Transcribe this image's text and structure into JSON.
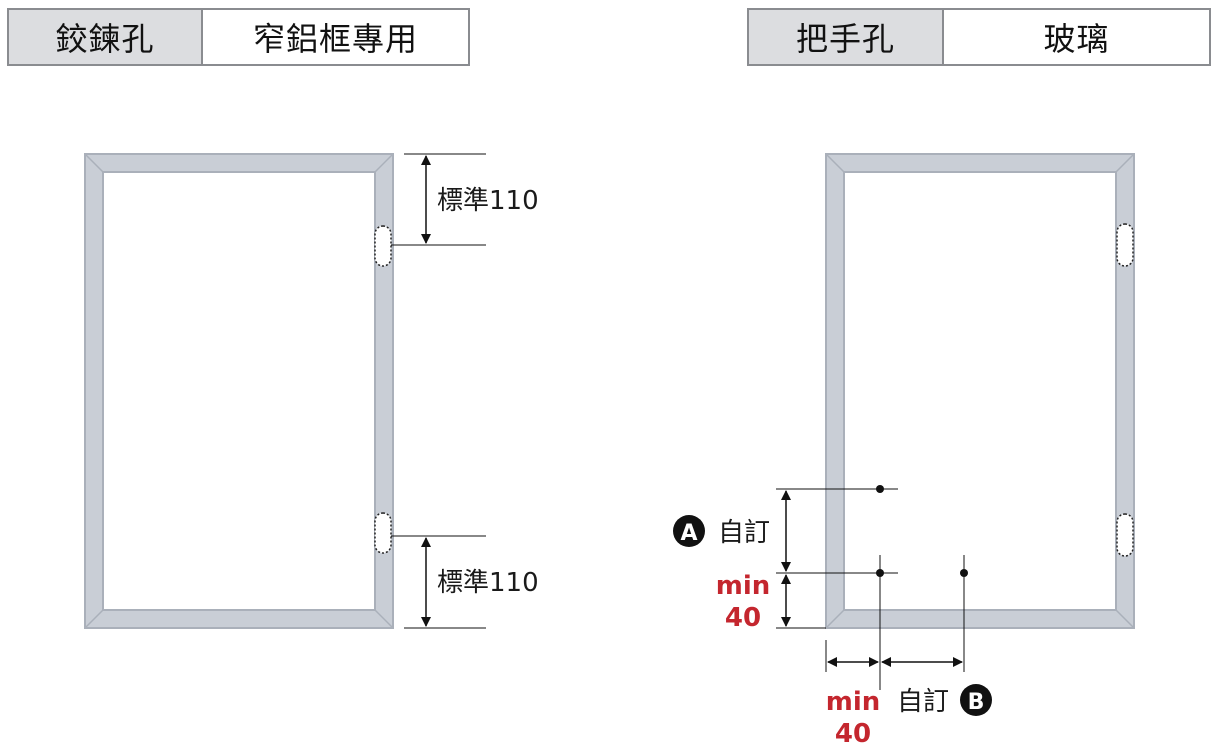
{
  "headers": {
    "left": {
      "label": "鉸鍊孔",
      "value": "窄鋁框專用"
    },
    "right": {
      "label": "把手孔",
      "value": "玻璃"
    }
  },
  "left_figure": {
    "top_dimension": "標準110",
    "bottom_dimension": "標準110"
  },
  "right_figure": {
    "vertical_custom": {
      "marker": "A",
      "text": "自訂"
    },
    "vertical_min": {
      "line1": "min",
      "line2": "40"
    },
    "horizontal_min": {
      "line1": "min",
      "line2": "40"
    },
    "horizontal_custom": {
      "marker": "B",
      "text": "自訂"
    }
  },
  "colors": {
    "frame_fill": "#c9ced6",
    "frame_stroke": "#aab0ba",
    "accent_red": "#c4262e",
    "header_grey": "#dcdde0"
  }
}
